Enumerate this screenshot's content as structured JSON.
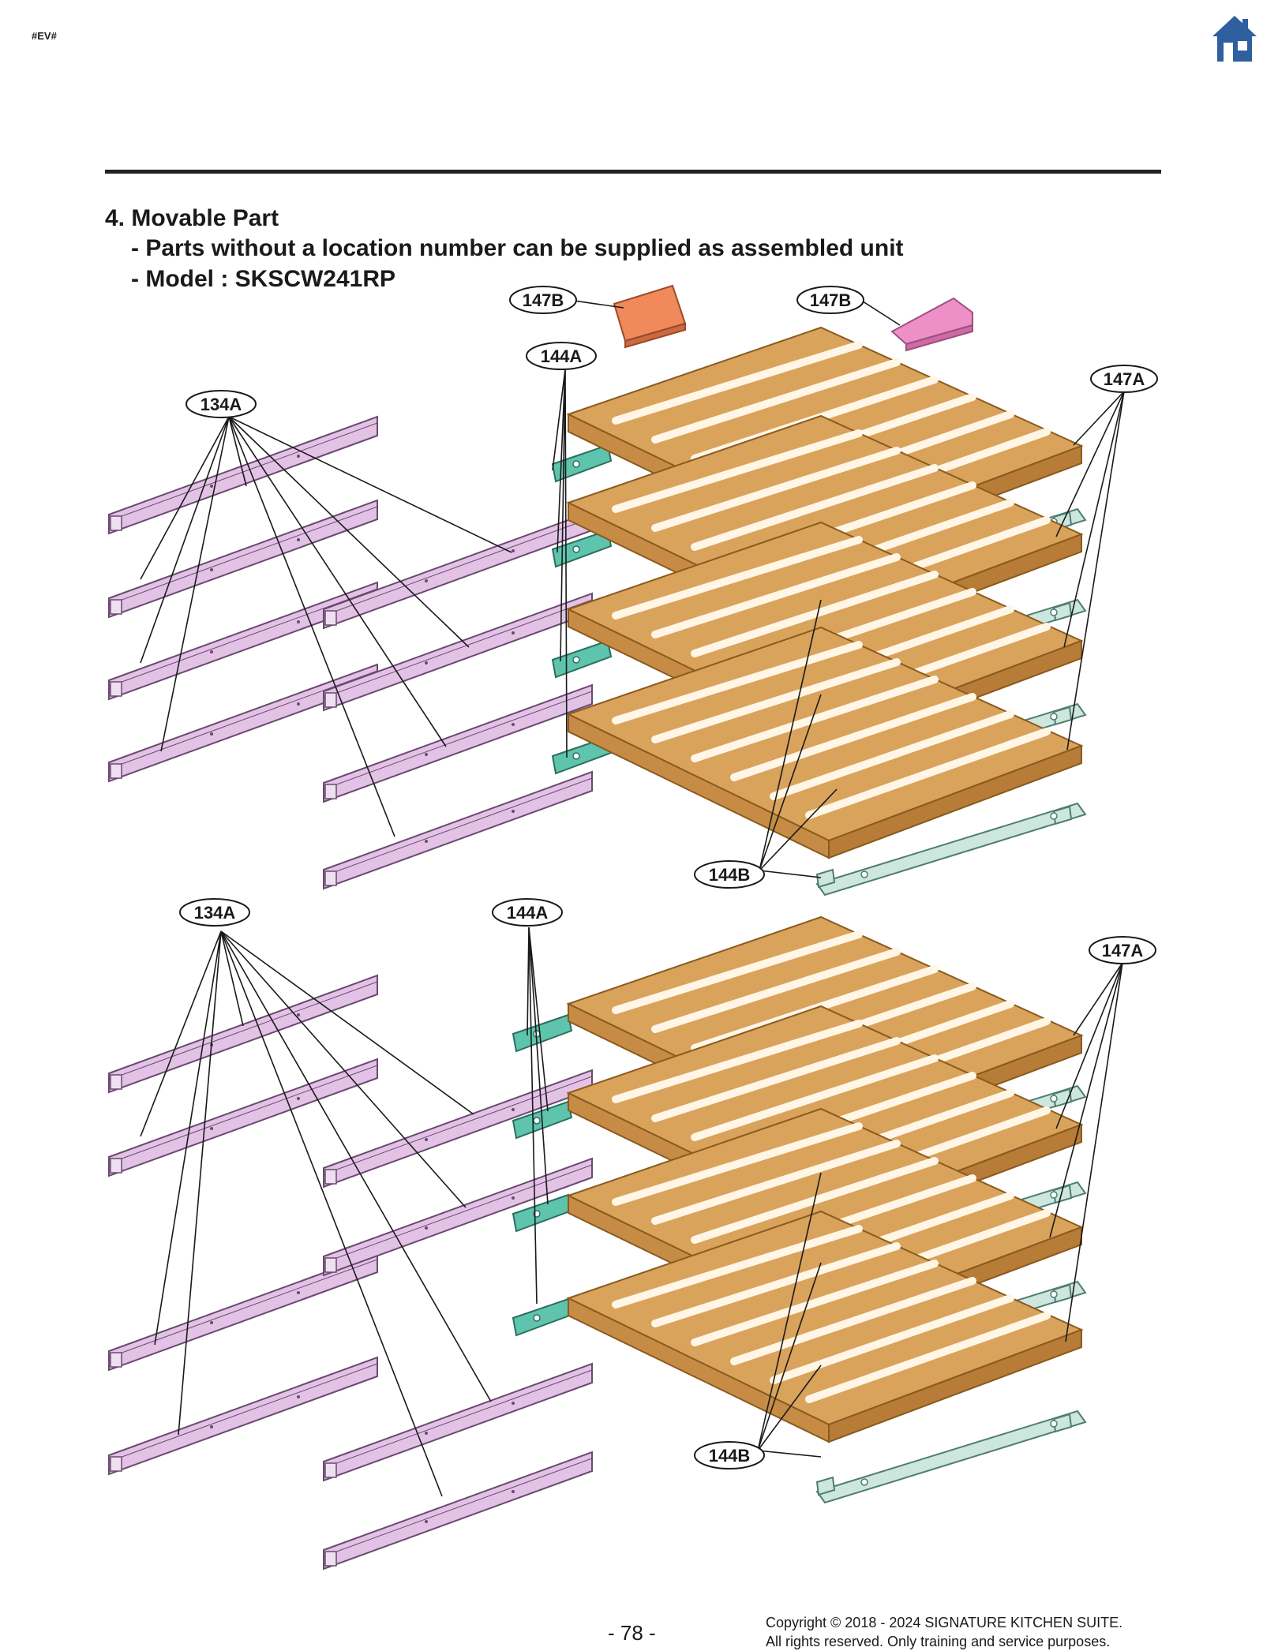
{
  "header": {
    "tag": "#EV#",
    "home_icon": "home-icon"
  },
  "section": {
    "title": "4. Movable Part",
    "note": "- Parts without a location number can be supplied as assembled unit",
    "model": "- Model : SKSCW241RP"
  },
  "callouts": {
    "c147b_left": "147B",
    "c147b_right": "147B",
    "c144a_top": "144A",
    "c147a_top": "147A",
    "c134a_top": "134A",
    "c144b_top": "144B",
    "c134a_bottom": "134A",
    "c144a_bottom": "144A",
    "c147a_bottom": "147A",
    "c144b_bottom": "144B"
  },
  "colors": {
    "wood": "#d9a35c",
    "wood_edge": "#8a5a1e",
    "rail": "#e2c3e6",
    "rail_edge": "#6b4a70",
    "bracket_teal": "#5fc4ad",
    "bracket_light": "#cde6de",
    "holder_orange": "#f08a5a",
    "holder_pink": "#ef8fc8",
    "home_blue": "#2f5f9e"
  },
  "footer": {
    "page_number": "- 78 -",
    "copyright_line1": "Copyright © 2018 - 2024 SIGNATURE KITCHEN SUITE.",
    "copyright_line2": "All rights reserved. Only training and service purposes."
  }
}
